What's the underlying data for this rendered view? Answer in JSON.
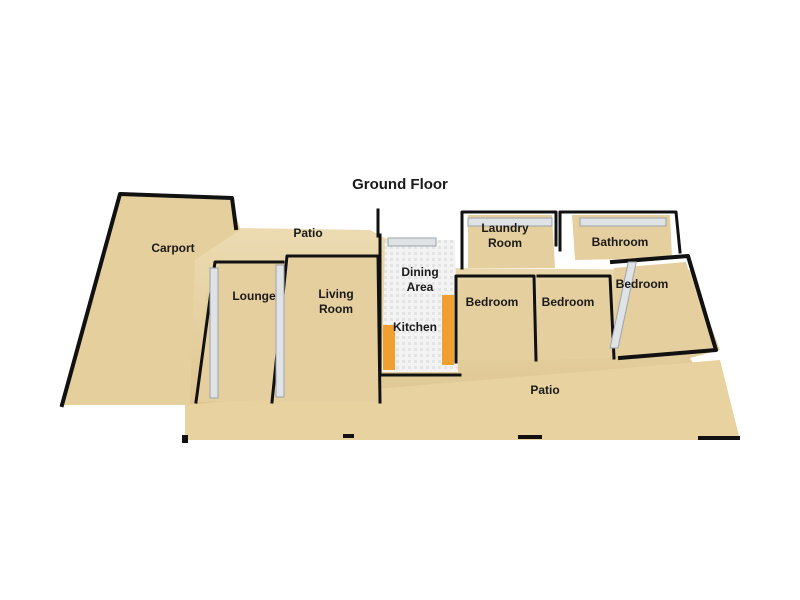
{
  "title": "Ground Floor",
  "rooms": {
    "carport": "Carport",
    "patio_top": "Patio",
    "lounge": "Lounge",
    "living_line1": "Living",
    "living_line2": "Room",
    "dining_line1": "Dining",
    "dining_line2": "Area",
    "kitchen": "Kitchen",
    "laundry_line1": "Laundry",
    "laundry_line2": "Room",
    "bathroom": "Bathroom",
    "bedroom1": "Bedroom",
    "bedroom2": "Bedroom",
    "bedroom3": "Bedroom",
    "patio_bottom": "Patio"
  },
  "colors": {
    "floor": "#ead8ac",
    "floor_shadow": "#c9b27a",
    "wall": "#111111",
    "inner_wall": "#dfe3e6",
    "kitchen_floor": "#f1f1f1",
    "bench": "#f0a030",
    "glass": "#9fd8c8"
  }
}
